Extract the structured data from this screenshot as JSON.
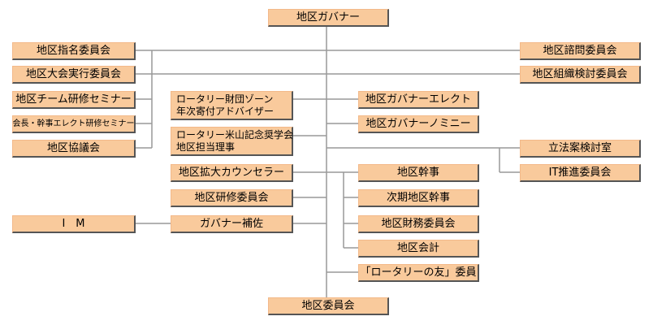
{
  "colors": {
    "box_fill": "#f9ca9c",
    "box_shadow": "#555555",
    "line": "#999999"
  },
  "boxes": {
    "governor": "地区ガバナー",
    "nomination": "地区指名委員会",
    "conference": "地区大会実行委員会",
    "team_seminar": "地区チーム研修セミナー",
    "president_seminar": "会長・幹事エレクト研修セミナー",
    "council": "地区協議会",
    "advisor_line1": "ロータリー財団ゾーン",
    "advisor_line2": "年次寄付アドバイザー",
    "yoneyama_line1": "ロータリー米山記念奨学会",
    "yoneyama_line2": "地区担当理事",
    "extension": "地区拡大カウンセラー",
    "training": "地区研修委員会",
    "im": "I　M",
    "assistant": "ガバナー補佐",
    "governor_elect": "地区ガバナーエレクト",
    "governor_nominee": "地区ガバナーノミニー",
    "secretary": "地区幹事",
    "next_secretary": "次期地区幹事",
    "finance": "地区財務委員会",
    "treasurer": "地区会計",
    "friend": "「ロータリーの友」委員",
    "advisory": "地区諮問委員会",
    "organization": "地区組織検討委員会",
    "legislation": "立法案検討室",
    "it": "IT推進委員会",
    "committee": "地区委員会"
  }
}
